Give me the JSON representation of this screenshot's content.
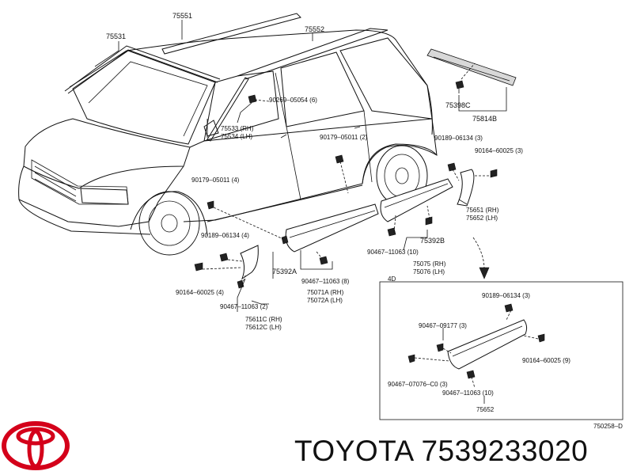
{
  "diagram": {
    "callouts": {
      "p75551": "75551",
      "p75531": "75531",
      "p75552": "75552",
      "p75398c": "75398C",
      "p75814b": "75814B",
      "p90269": "90269–05054 (6)",
      "p75533": "75533 (RH)",
      "p75534": "75534 (LH)",
      "p90179a": "90179–05011 (2)",
      "p90189a": "90189–06134 (3)",
      "p90164a": "90164–60025 (3)",
      "p90179b": "90179–05011 (4)",
      "p75651": "75651 (RH)",
      "p75652a": "75652 (LH)",
      "p90189b": "90189–06134 (4)",
      "p75392b": "75392B",
      "p90467a": "90467–11063 (10)",
      "p75075": "75075 (RH)",
      "p75076": "75076 (LH)",
      "p90164b": "90164–60025 (4)",
      "p75392a": "75392A",
      "p90467b": "90467–11063 (8)",
      "p90467c": "90467–11063 (2)",
      "p75071a": "75071A (RH)",
      "p75072a": "75072A (LH)",
      "p75611c": "75611C (RH)",
      "p75612c": "75612C (LH)"
    },
    "inset": {
      "label": "4D",
      "p90189": "90189–06134 (3)",
      "p90467a": "90467–09177 (3)",
      "p90164": "90164–60025 (9)",
      "p90467b": "90467–07076–C0 (3)",
      "p90467c": "90467–11063 (10)",
      "p75652": "75652"
    },
    "diagram_code": "750258–D"
  },
  "branding": {
    "logo_icon": "toyota-logo-icon",
    "caption": "TOYOTA 7539233020",
    "logo_color": "#d4001a"
  }
}
